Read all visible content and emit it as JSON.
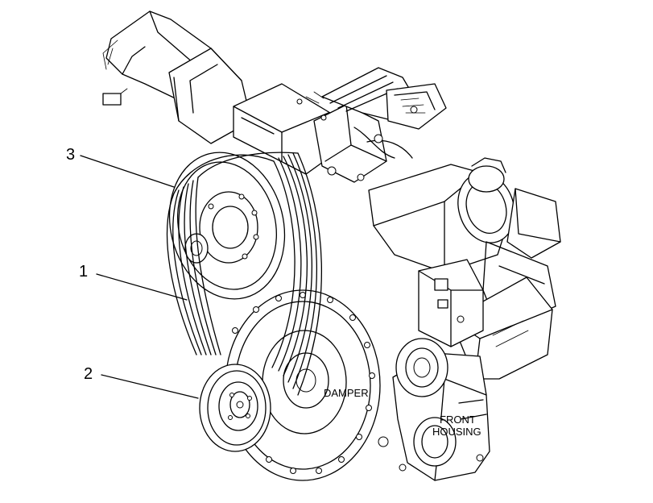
{
  "callouts": [
    {
      "number": "3"
    },
    {
      "number": "1"
    },
    {
      "number": "2"
    }
  ],
  "labels": {
    "damper": "DAMPER",
    "front_housing_line1": "FRONT",
    "front_housing_line2": "HOUSING"
  },
  "colors": {
    "line": "#000000",
    "background": "#ffffff"
  }
}
